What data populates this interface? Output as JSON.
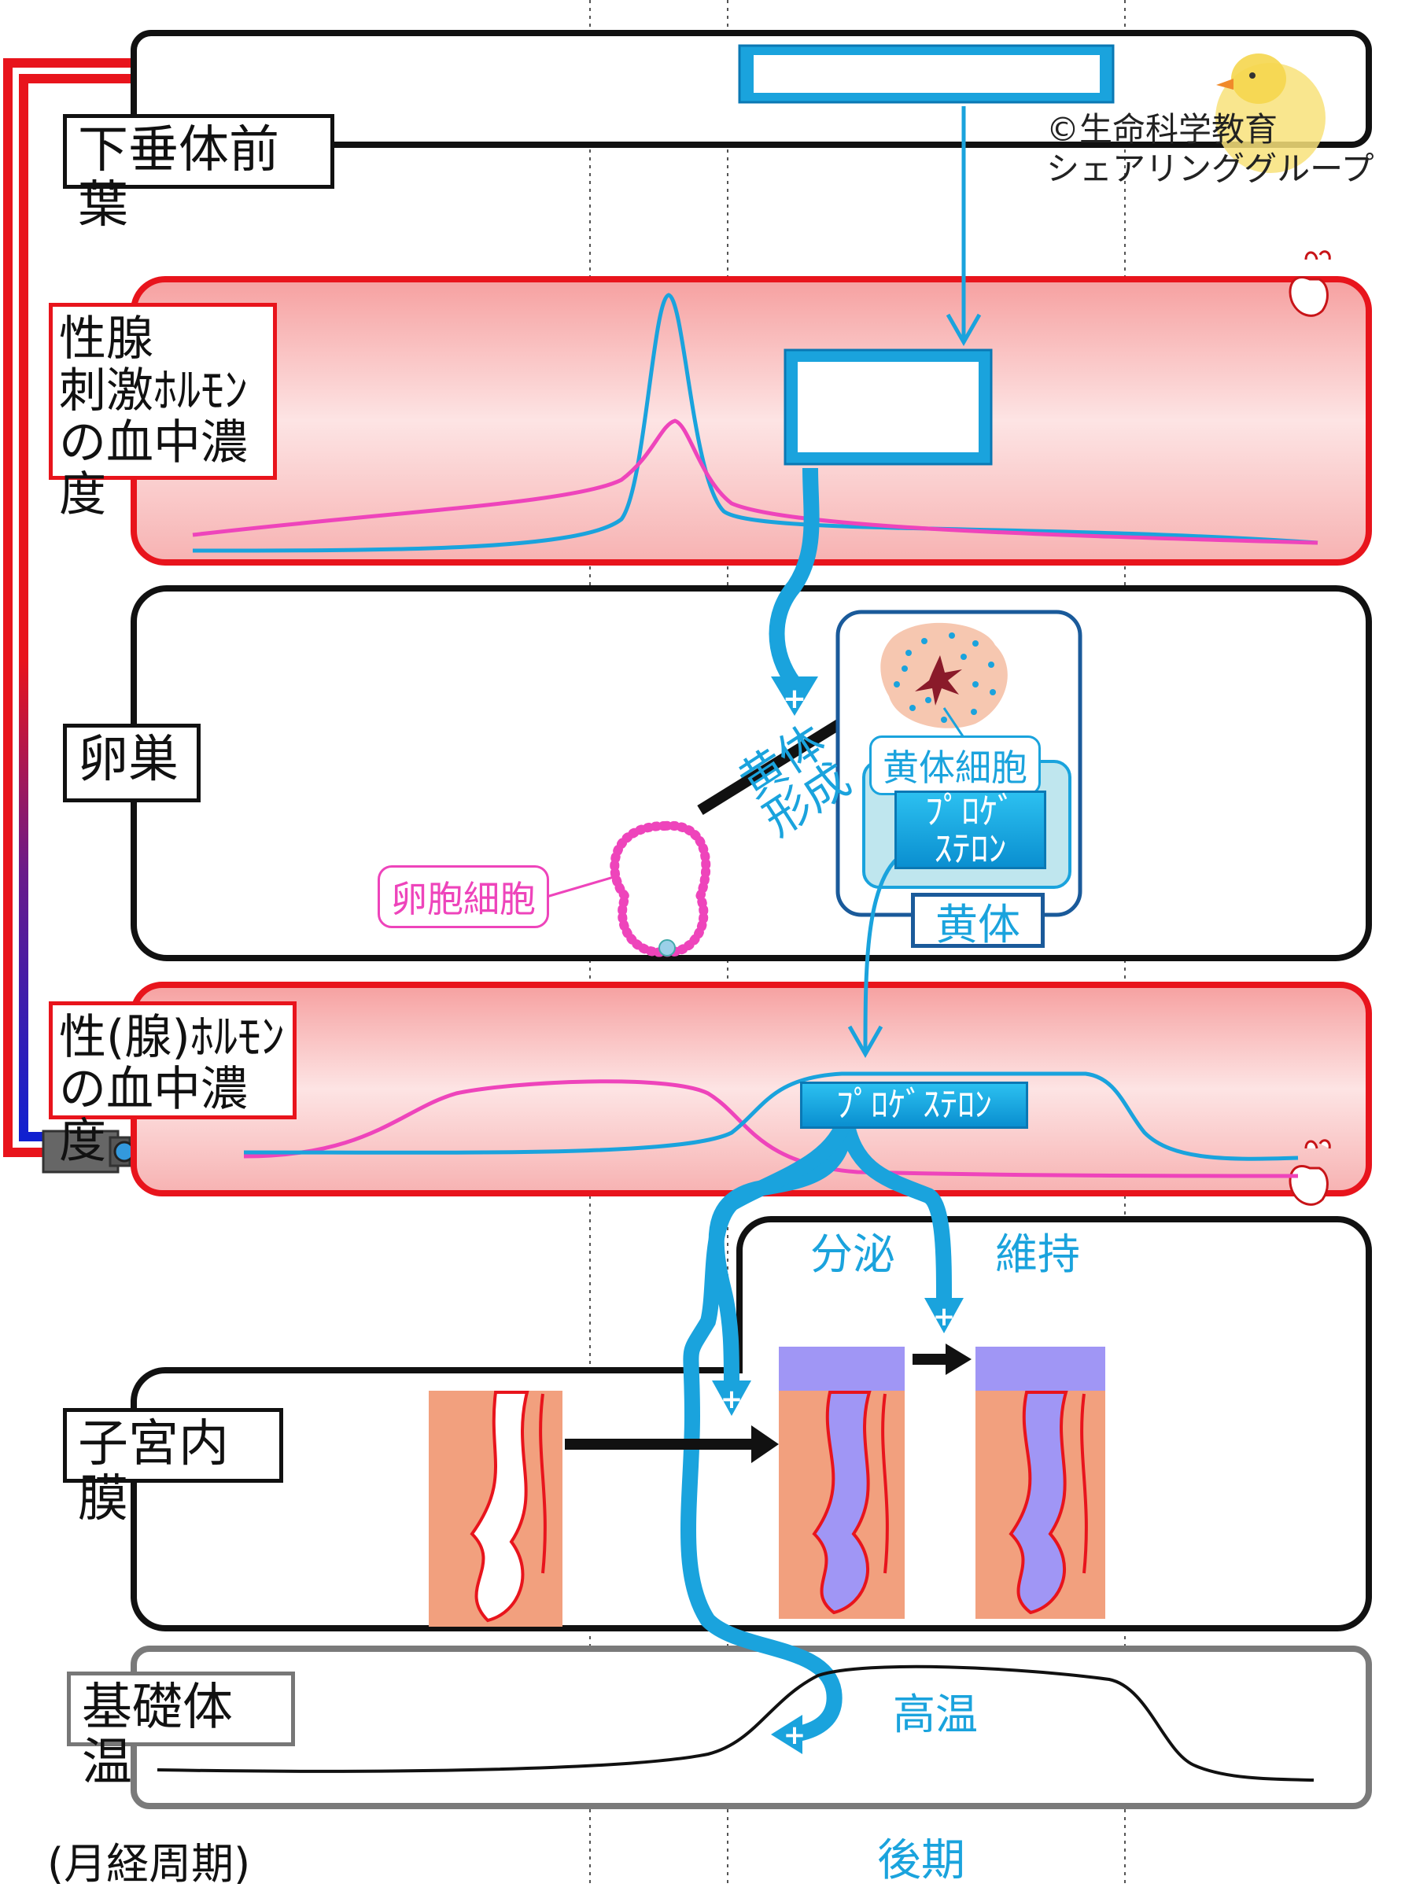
{
  "labels": {
    "pituitary": "下垂体前葉",
    "gonadotropin": "性腺\n刺激ﾎﾙﾓﾝ\nの血中濃度",
    "ovary": "卵巣",
    "sex_hormone": "性(腺)ﾎﾙﾓﾝ\nの血中濃度",
    "endometrium": "子宮内膜",
    "bbt": "基礎体温"
  },
  "copyright": "©生命科学教育\nシェアリンググループ",
  "ovary_texts": {
    "follicle_cell": "卵胞細胞",
    "corpus_formation": "黄体\n形成",
    "luteal_cell": "黄体細胞",
    "progesterone_box": "ﾌﾟﾛｹﾞ\nｽﾃﾛﾝ",
    "corpus_luteum": "黄体"
  },
  "hormone_texts": {
    "progesterone": "ﾌﾟﾛｹﾞｽﾃﾛﾝ"
  },
  "endometrium_texts": {
    "secretion": "分泌",
    "maintain": "維持"
  },
  "bbt_texts": {
    "high": "高温"
  },
  "footer": {
    "cycle": "(月経周期)",
    "phase": "後期"
  },
  "colors": {
    "blue": "#1aa3dd",
    "pink": "#ee44bb",
    "red": "#e8141c",
    "black": "#111111"
  }
}
